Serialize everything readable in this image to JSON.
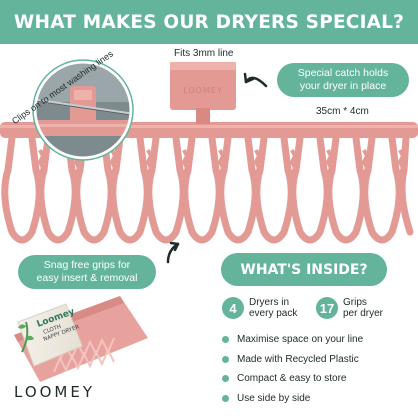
{
  "header": {
    "title": "WHAT MAKES OUR DRYERS SPECIAL?"
  },
  "zoom": {
    "caption": "Clips on to most washing lines"
  },
  "catch": {
    "fits_label": "Fits 3mm line",
    "callout_line1": "Special catch holds",
    "callout_line2": "your dryer in place",
    "size_label": "35cm * 4cm",
    "catch_logo": "LOOMEY"
  },
  "grips": {
    "line1": "Snag free grips for",
    "line2": "easy insert & removal"
  },
  "pack": {
    "brand": "Loomey",
    "line1": "CLOTH",
    "line2": "NAPPY DRYER"
  },
  "inside": {
    "title": "WHAT'S INSIDE?",
    "stats": [
      {
        "value": "4",
        "line1": "Dryers in",
        "line2": "every pack"
      },
      {
        "value": "17",
        "line1": "Grips",
        "line2": "per dryer"
      }
    ],
    "features": [
      "Maximise space on your line",
      "Made with Recycled Plastic",
      "Compact & easy to store",
      "Use side by side"
    ]
  },
  "brand": {
    "logo": "LOOMEY"
  },
  "colors": {
    "accent": "#63b49b",
    "product": "#e39a95",
    "text": "#1f2a2a"
  }
}
